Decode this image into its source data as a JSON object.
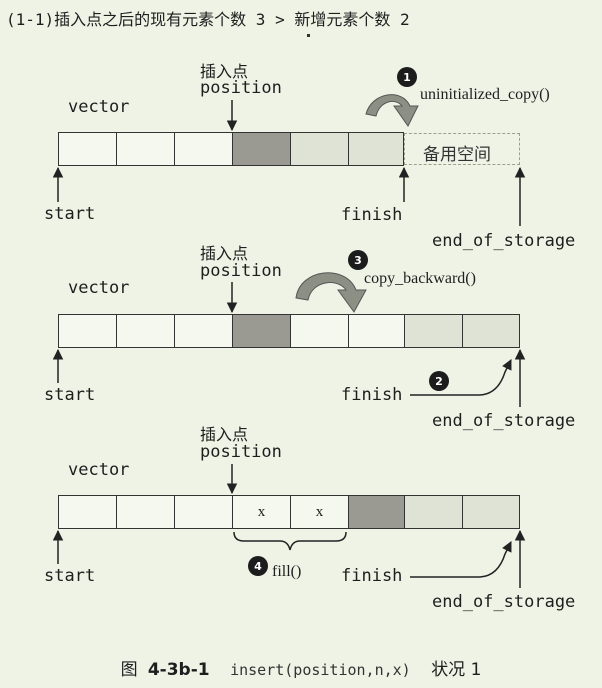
{
  "header": {
    "text": "(1-1)插入点之后的现有元素个数 3 > 新增元素个数 2"
  },
  "common": {
    "vector": "vector",
    "insert_point": "插入点",
    "position": "position",
    "start": "start",
    "finish": "finish",
    "end_of_storage": "end_of_storage"
  },
  "step1": {
    "badge": "1",
    "label": "uninitialized_copy()",
    "spare": "备用空间"
  },
  "step2": {
    "badge": "2"
  },
  "step3": {
    "badge": "3",
    "label": "copy_backward()"
  },
  "step4": {
    "badge": "4",
    "label": "fill()",
    "cell_x1": "x",
    "cell_x2": "x"
  },
  "caption": {
    "fig": "图",
    "num": "4-3b-1",
    "code": "insert(position,n,x)",
    "status": "状况 1"
  }
}
